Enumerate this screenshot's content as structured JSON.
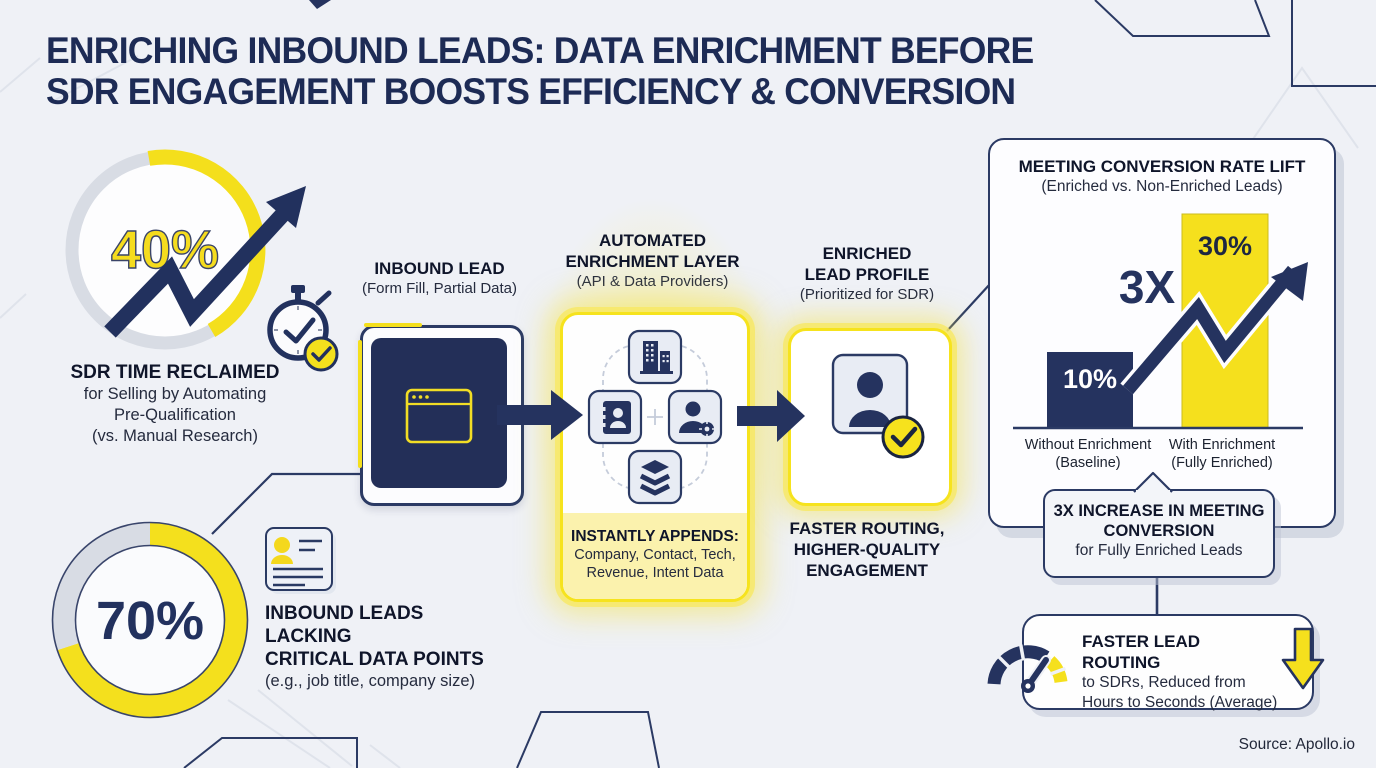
{
  "colors": {
    "navy": "#25335f",
    "yellow": "#f5e01d",
    "background": "#eff1f6",
    "ink": "#11182c"
  },
  "title": {
    "emphasis": "ENRICHING INBOUND LEADS:",
    "rest": " DATA ENRICHMENT BEFORE",
    "line2": "SDR ENGAGEMENT BOOSTS EFFICIENCY & CONVERSION"
  },
  "stat_time": {
    "value": "40%",
    "heading": "SDR TIME RECLAIMED",
    "line1": "for Selling by Automating",
    "line2": "Pre-Qualification",
    "line3": "(vs. Manual Research)"
  },
  "stat_leads": {
    "value": "70%",
    "heading1": "INBOUND LEADS LACKING",
    "heading2": "CRITICAL DATA POINTS",
    "sub": "(e.g., job title, company size)"
  },
  "flow": {
    "inbound": {
      "heading": "INBOUND LEAD",
      "sub": "(Form Fill, Partial Data)"
    },
    "enrichment": {
      "heading1": "AUTOMATED",
      "heading2": "ENRICHMENT LAYER",
      "sub": "(API & Data Providers)",
      "appends_heading": "INSTANTLY APPENDS:",
      "appends1": "Company, Contact, Tech,",
      "appends2": "Revenue, Intent Data"
    },
    "profile": {
      "heading1": "ENRICHED",
      "heading2": "LEAD PROFILE",
      "sub": "(Prioritized for SDR)",
      "benefit1": "FASTER ROUTING,",
      "benefit2": "HIGHER-QUALITY",
      "benefit3": "ENGAGEMENT"
    }
  },
  "chart_data": {
    "type": "bar",
    "title": "MEETING CONVERSION RATE LIFT",
    "subtitle": "(Enriched vs. Non-Enriched Leads)",
    "categories": [
      "Without Enrichment (Baseline)",
      "With Enrichment (Fully Enriched)"
    ],
    "values": [
      10,
      30
    ],
    "bar_labels": [
      "10%",
      "30%"
    ],
    "bar_colors": [
      "#25335f",
      "#f5e01d"
    ],
    "annotation": "3X",
    "xlabel": "",
    "ylabel": "",
    "ylim": [
      0,
      35
    ],
    "grid": false,
    "legend": false,
    "category_lines": [
      [
        "Without Enrichment",
        "(Baseline)"
      ],
      [
        "With Enrichment",
        "(Fully Enriched)"
      ]
    ]
  },
  "callout": {
    "heading1": "3X INCREASE IN MEETING",
    "heading2": "CONVERSION",
    "sub": "for Fully Enriched Leads"
  },
  "routing": {
    "heading": "FASTER LEAD ROUTING",
    "line1": "to SDRs, Reduced from",
    "line2": "Hours to Seconds (Average)"
  },
  "source": "Source: Apollo.io"
}
